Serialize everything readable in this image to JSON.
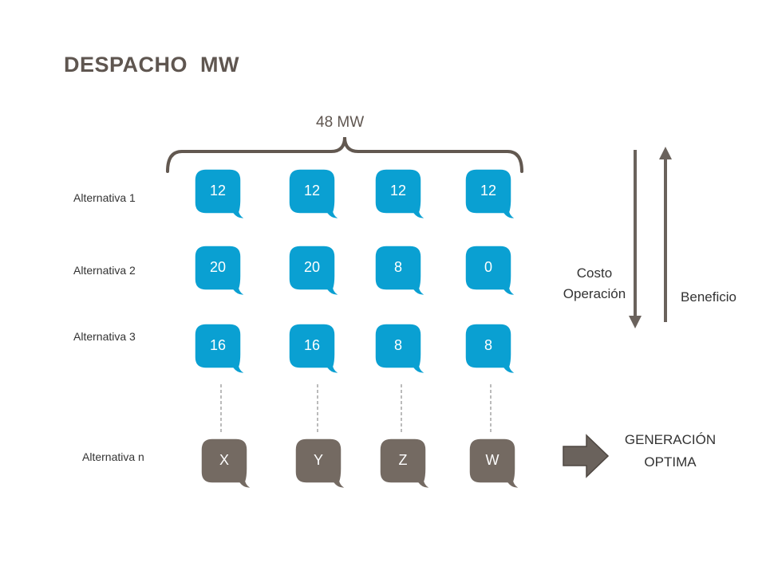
{
  "title": "DESPACHO  MW",
  "total_label": "48 MW",
  "colors": {
    "blue": "#0aa0d2",
    "gray": "#746a62",
    "line": "#625850"
  },
  "rows": [
    {
      "label": "Alternativa 1",
      "values": [
        "12",
        "12",
        "12",
        "12"
      ]
    },
    {
      "label": "Alternativa 2",
      "values": [
        "20",
        "20",
        "8",
        "0"
      ]
    },
    {
      "label": "Alternativa 3",
      "values": [
        "16",
        "16",
        "8",
        "8"
      ]
    },
    {
      "label": "Alternativa n",
      "values": [
        "X",
        "Y",
        "Z",
        "W"
      ]
    }
  ],
  "cost_label_line1": "Costo",
  "cost_label_line2": "Operación",
  "benefit_label": "Beneficio",
  "gen_label_line1": "GENERACIÓN",
  "gen_label_line2": "OPTIMA"
}
